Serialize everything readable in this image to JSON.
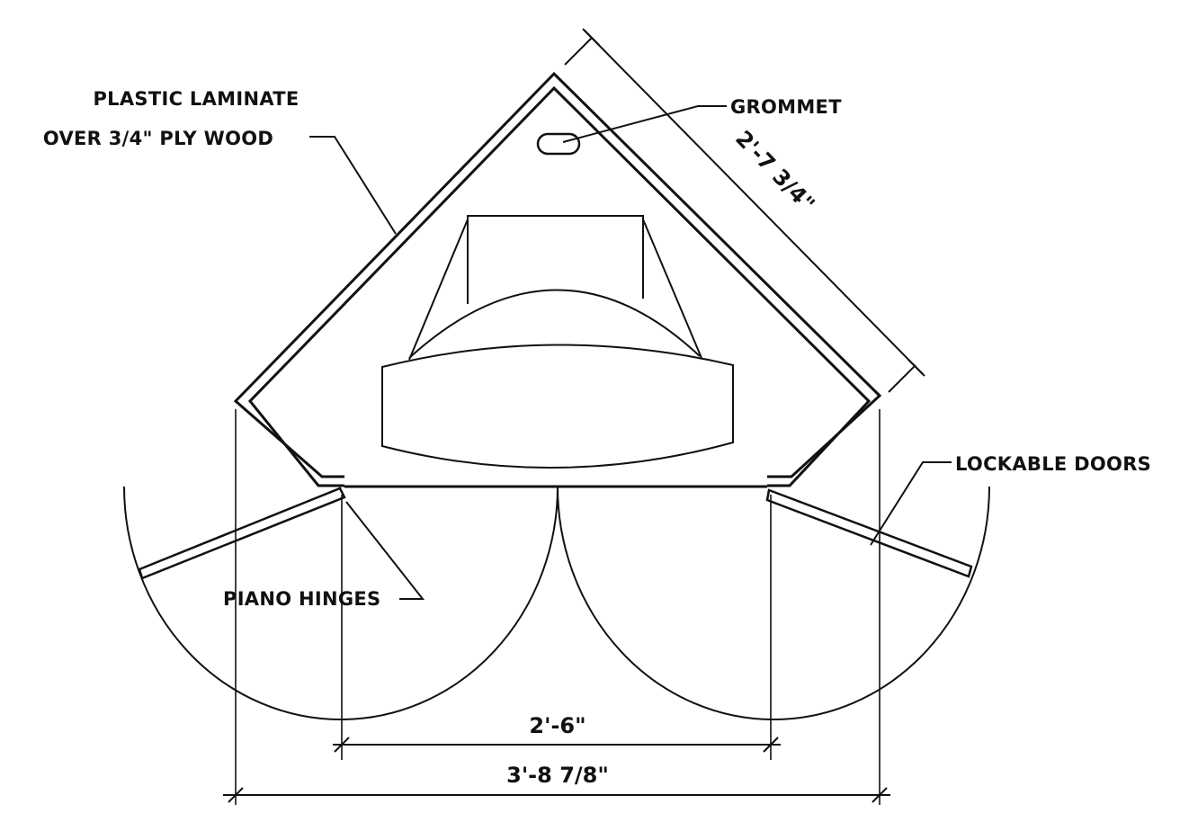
{
  "colors": {
    "line": "#111111",
    "background": "#ffffff"
  },
  "labels": {
    "plastic_laminate_line1": "PLASTIC LAMINATE",
    "plastic_laminate_line2": "OVER 3/4\" PLY WOOD",
    "grommet": "GROMMET",
    "lockable_doors": "LOCKABLE DOORS",
    "piano_hinges": "PIANO HINGES"
  },
  "dimensions": {
    "diagonal_side": "2'-7 3/4\"",
    "inner_width": "2'-6\"",
    "overall_width": "3'-8 7/8\""
  }
}
